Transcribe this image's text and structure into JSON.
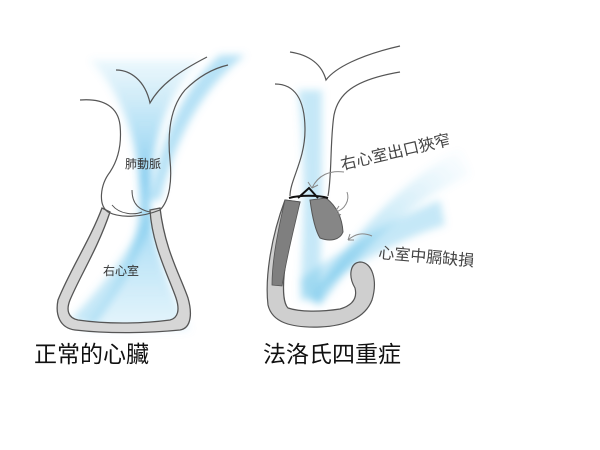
{
  "figure": {
    "colors": {
      "blood_flow": "#5bbde8",
      "outline": "#555555",
      "wall_fill": "#cfcfcf",
      "thick_wall_fill": "#8a8a8a",
      "text": "#222222"
    },
    "normal_heart": {
      "caption": "正常的心臟",
      "labels": {
        "pulmonary_artery": "肺動脈",
        "right_ventricle": "右心室"
      }
    },
    "tetralogy_of_fallot": {
      "caption": "法洛氏四重症",
      "callouts": {
        "rvot_stenosis": "右心室出口狹窄",
        "vsd": "心室中膈缺損"
      }
    }
  }
}
